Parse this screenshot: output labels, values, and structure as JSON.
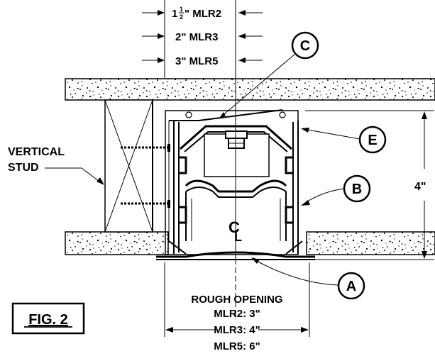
{
  "widths": {
    "mlr2": "1½\" MLR2",
    "mlr2_whole": "1",
    "mlr2_num": "1",
    "mlr2_den": "2",
    "mlr2_rest": "\" MLR2",
    "mlr3": "2\" MLR3",
    "mlr5": "3\" MLR5"
  },
  "callouts": {
    "a": "A",
    "b": "B",
    "c": "C",
    "e": "E"
  },
  "stud_label": {
    "line1": "VERTICAL",
    "line2": "STUD"
  },
  "height_dim": "4\"",
  "centerline_c": "C",
  "centerline_l": "L",
  "rough_opening": {
    "title": "ROUGH OPENING",
    "mlr2": "MLR2: 3\"",
    "mlr3": "MLR3: 4\"",
    "mlr5": "MLR5: 6\""
  },
  "figure_label": "FIG. 2"
}
